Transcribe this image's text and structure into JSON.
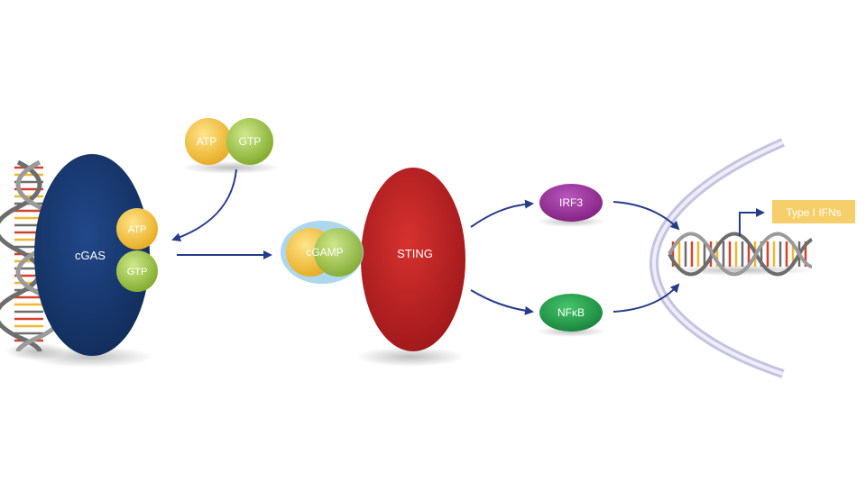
{
  "labels": {
    "atp_free": "ATP",
    "gtp_free": "GTP",
    "cgas": "cGAS",
    "atp_bound": "ATP",
    "gtp_bound": "GTP",
    "cgamp": "cGAMP",
    "sting": "STING",
    "irf3": "IRF3",
    "nfkb": "NFκB",
    "type_i_ifns": "Type I IFNs"
  },
  "colors": {
    "cgas": "#17386a",
    "sting": "#b72025",
    "atp": "#f1c232",
    "gtp": "#9cc43c",
    "cgamp_halo": "#a9d5ec",
    "irf3": "#9b2f9e",
    "nfkb": "#22a34a",
    "arrow": "#273a8c",
    "nucleus": "#c5c3e2",
    "ifn_box": "#f7cf6a"
  }
}
